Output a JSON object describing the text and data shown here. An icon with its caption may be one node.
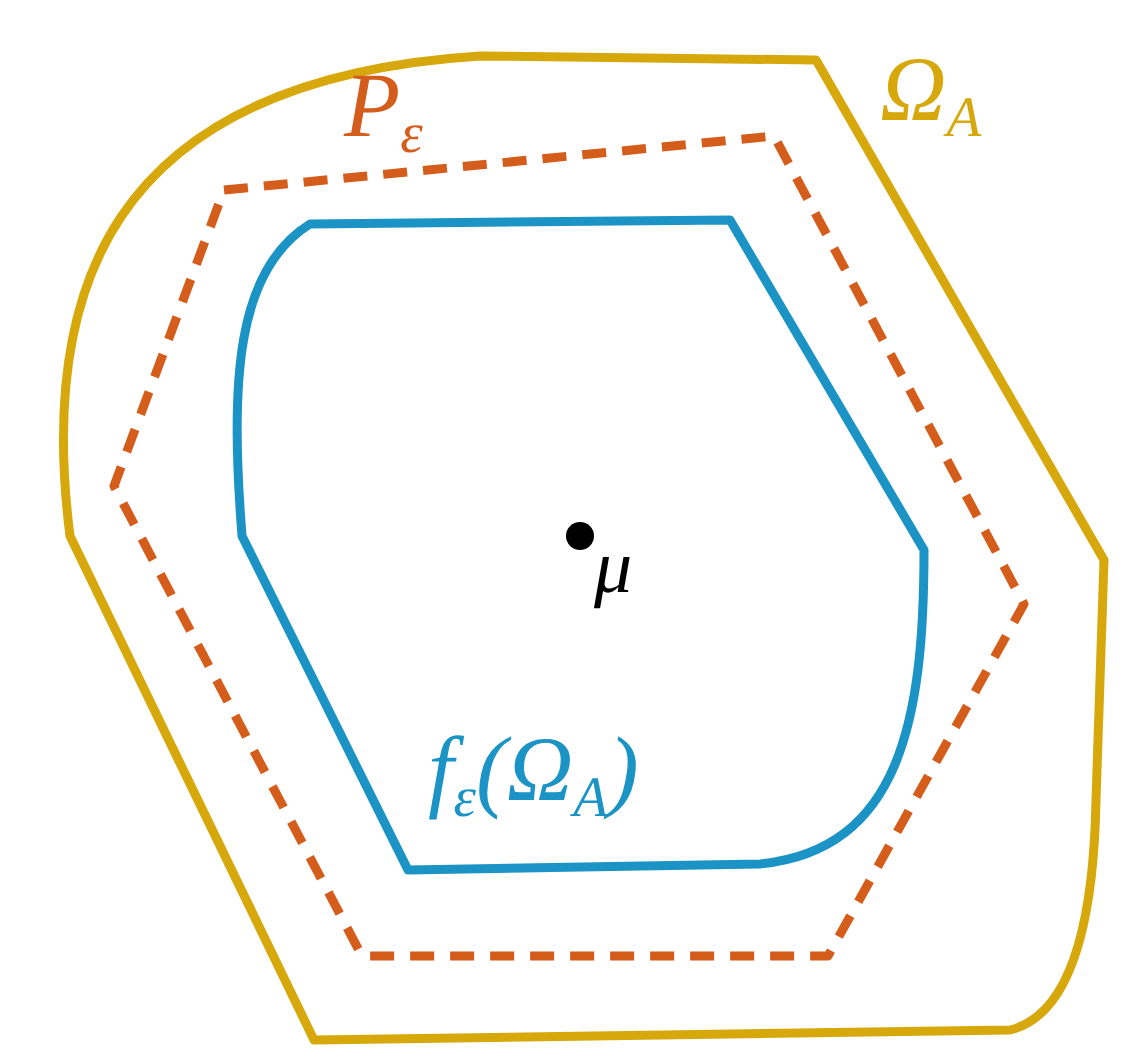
{
  "diagram": {
    "nodes": [
      {
        "text": [
          "Ω$_{A}$"
        ]
      },
      {
        "text": [
          "P$_{ε}$"
        ],
        "in": 0
      },
      {
        "text": [
          "f$_{ε}$(Ω$_{A}$)"
        ],
        "in": 1
      },
      {
        "text": [],
        "shape": "circle",
        "in": 2,
        "beside": [
          "μ"
        ]
      }
    ]
  }
}
